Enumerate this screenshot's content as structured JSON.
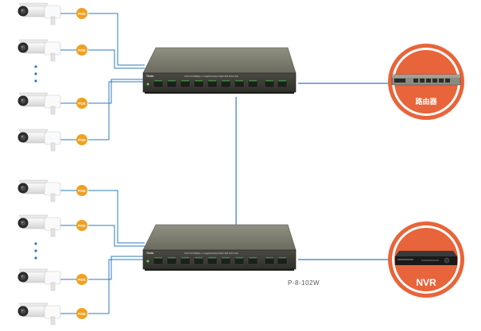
{
  "poe_badge_label": "POE",
  "model_caption": "P-8-102W",
  "router_label": "路由器",
  "nvr_label": "NVR",
  "switch_brand": "Tenda",
  "switch_spec_text": "8-Port 10/100Mbps + 2 Gigabit Desktop Switch With 8-Port PoE",
  "camera_icon": "cctv-camera-icon",
  "colors": {
    "link_line": "#2b7bc0",
    "badge": "#f0a020",
    "circle_outer": "#e8643a",
    "circle_inner": "#ffffff",
    "switch_body": "#7a7a6c",
    "switch_front": "#3a3a34",
    "port": "#1d1f1c",
    "nvr_body": "#1a1a1a"
  }
}
